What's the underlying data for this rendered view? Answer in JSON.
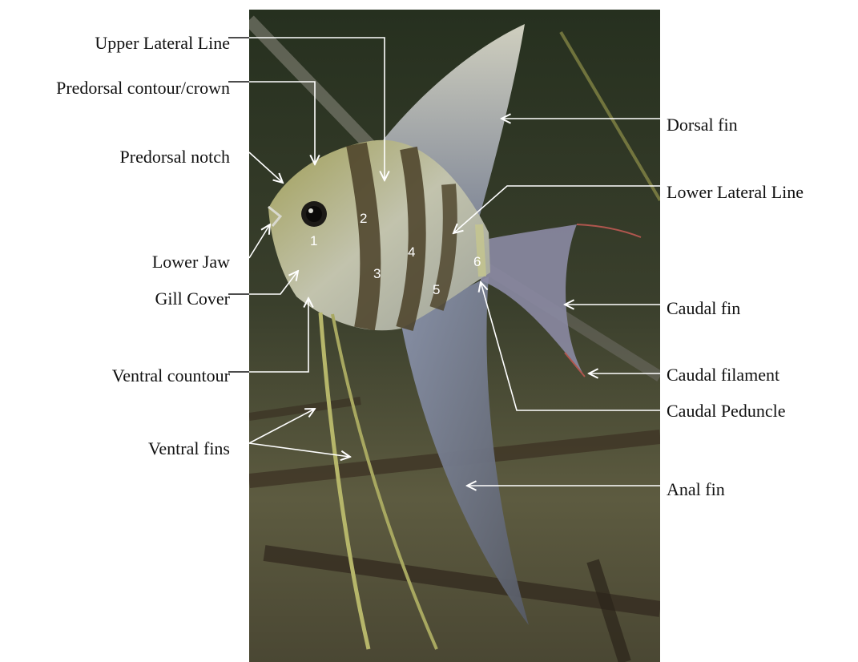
{
  "colors": {
    "background": "#ffffff",
    "label_text": "#111111",
    "leader_black": "#111111",
    "leader_white": "#ffffff",
    "water_dark": "#2c3226",
    "water_light": "#6b6a4e",
    "branch": "#3a3225",
    "body_silver": "#c9cbbd",
    "body_olive": "#8d8a4b",
    "stripe": "#4a4027",
    "fin_blue": "#7d879c",
    "filament_red": "#b0564e"
  },
  "labels": {
    "upper_lateral_line": "Upper Lateral Line",
    "predorsal_contour": "Predorsal contour/crown",
    "predorsal_notch": "Predorsal notch",
    "lower_jaw": "Lower Jaw",
    "gill_cover": "Gill Cover",
    "ventral_contour": "Ventral countour",
    "ventral_fins": "Ventral fins",
    "dorsal_fin": "Dorsal fin",
    "lower_lateral_line": "Lower Lateral Line",
    "caudal_fin": "Caudal fin",
    "caudal_filament": "Caudal filament",
    "caudal_peduncle": "Caudal Peduncle",
    "anal_fin": "Anal fin"
  },
  "markers": [
    "1",
    "2",
    "3",
    "4",
    "5",
    "6"
  ]
}
